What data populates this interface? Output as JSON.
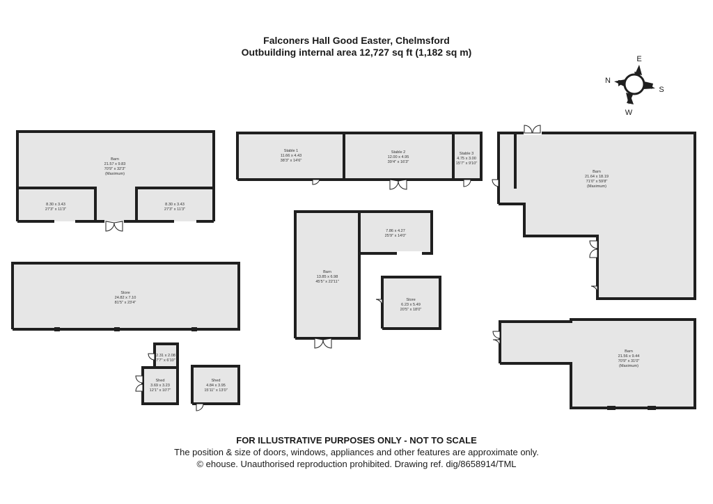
{
  "header": {
    "title": "Falconers Hall Good Easter, Chelmsford",
    "subtitle": "Outbuilding internal area 12,727 sq ft (1,182 sq m)"
  },
  "compass": {
    "n": "N",
    "e": "E",
    "s": "S",
    "w": "W"
  },
  "rooms": {
    "barn_tl": {
      "name": "Barn",
      "metric": "21.57 x 9.83",
      "imperial": "70'9\" x 32'3\"",
      "note": "(Maximum)"
    },
    "bay_left": {
      "metric": "8.30 x 3.43",
      "imperial": "27'3\" x 11'3\""
    },
    "bay_right": {
      "metric": "8.30 x 3.43",
      "imperial": "27'3\" x 11'3\""
    },
    "store_big": {
      "name": "Store",
      "metric": "24.82 x 7.10",
      "imperial": "81'5\" x 23'4\""
    },
    "stable1": {
      "name": "Stable 1",
      "metric": "11.66 x 4.43",
      "imperial": "38'3\" x 14'6\""
    },
    "stable2": {
      "name": "Stable 2",
      "metric": "12.00 x 4.95",
      "imperial": "39'4\" x 16'3\""
    },
    "stable3": {
      "name": "Stable 3",
      "metric": "4.75 x 3.00",
      "imperial": "15'7\" x 9'10\""
    },
    "barn_mid": {
      "name": "Barn",
      "metric": "13.85 x 6.98",
      "imperial": "45'5\" x 22'11\""
    },
    "mid_small": {
      "metric": "7.86 x 4.27",
      "imperial": "25'9\" x 14'0\""
    },
    "store_small": {
      "name": "Store",
      "metric": "6.23 x 5.49",
      "imperial": "20'5\" x 18'0\""
    },
    "barn_tr": {
      "name": "Barn",
      "metric": "21.64 x 18.19",
      "imperial": "71'0\" x 59'8\"",
      "note": "(Maximum)"
    },
    "barn_br": {
      "name": "Barn",
      "metric": "21.56 x 9.44",
      "imperial": "70'9\" x 31'0\"",
      "note": "(Maximum)"
    },
    "closet": {
      "metric": "2.31 x 2.08",
      "imperial": "7'7\" x 6'10\""
    },
    "shed1": {
      "name": "Shed",
      "metric": "3.69 x 3.23",
      "imperial": "12'1\" x 10'7\""
    },
    "shed2": {
      "name": "Shed",
      "metric": "4.84 x 3.95",
      "imperial": "15'11\" x 13'0\""
    }
  },
  "footer": {
    "disclaimer": "FOR ILLUSTRATIVE PURPOSES ONLY - NOT TO SCALE",
    "note": "The position & size of doors, windows, appliances and other features are approximate only.",
    "copyright": "© ehouse. Unauthorised reproduction prohibited. Drawing ref. dig/8658914/TML"
  }
}
